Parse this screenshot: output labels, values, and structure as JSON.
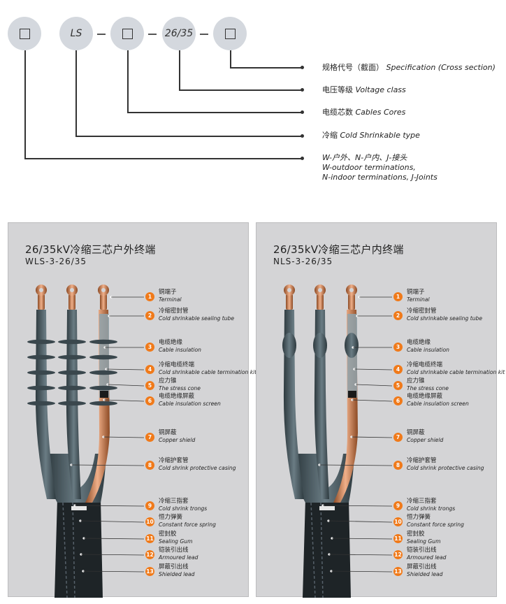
{
  "code_line": {
    "circles": [
      {
        "text": "",
        "icon": "square-icon"
      },
      {
        "text": "LS"
      },
      {
        "text": "",
        "icon": "square-icon"
      },
      {
        "text": "26/35"
      },
      {
        "text": "",
        "icon": "square-icon"
      }
    ]
  },
  "legend": [
    {
      "cn": "规格代号（截面）",
      "en": "Specification (Cross section)"
    },
    {
      "cn": "电压等级",
      "en": "Voltage class"
    },
    {
      "cn": "电缆芯数",
      "en": "Cables Cores"
    },
    {
      "cn": "冷缩",
      "en": "Cold Shrinkable type"
    },
    {
      "cn": "W-户外、N-户内、J-接头",
      "en_lines": [
        "W-outdoor terminations,",
        "N-indoor terminations, J-Joints"
      ]
    }
  ],
  "panels": [
    {
      "title": "26/35kV冷缩三芯户外终端",
      "model": "WLS-3-26/35",
      "labels": [
        {
          "num": "1",
          "cn": "铜端子",
          "en": "Terminal"
        },
        {
          "num": "2",
          "cn": "冷缩密封管",
          "en": "Cold shrinkable sealing tube"
        },
        {
          "num": "3",
          "cn": "电缆绝缘",
          "en": "Cable insulation"
        },
        {
          "num": "4",
          "cn": "冷缩电缆终端",
          "en": "Cold shrinkable cable termination kit"
        },
        {
          "num": "5",
          "cn": "应力锥",
          "en": "The stress cone"
        },
        {
          "num": "6",
          "cn": "电缆绝缘屏蔽",
          "en": "Cable insulation screen"
        },
        {
          "num": "7",
          "cn": "铜屏蔽",
          "en": "Copper shield"
        },
        {
          "num": "8",
          "cn": "冷缩护套管",
          "en": "Cold shrink protective casing"
        },
        {
          "num": "9",
          "cn": "冷缩三指套",
          "en": "Cold shrink trongs"
        },
        {
          "num": "10",
          "cn": "恒力弹簧",
          "en": "Constant force spring"
        },
        {
          "num": "11",
          "cn": "密封胶",
          "en": "Sealing Gum"
        },
        {
          "num": "12",
          "cn": "铠装引出线",
          "en": "Armoured lead"
        },
        {
          "num": "13",
          "cn": "屏蔽引出线",
          "en": "Shielded lead"
        }
      ]
    },
    {
      "title": "26/35kV冷缩三芯户内终端",
      "model": "NLS-3-26/35",
      "labels": [
        {
          "num": "1",
          "cn": "铜端子",
          "en": "Terminal"
        },
        {
          "num": "2",
          "cn": "冷缩密封管",
          "en": "Cold shrinkable sealing tube"
        },
        {
          "num": "3",
          "cn": "电缆绝缘",
          "en": "Cable insulation"
        },
        {
          "num": "4",
          "cn": "冷缩电缆终端",
          "en": "Cold shrinkable cable termination kit"
        },
        {
          "num": "5",
          "cn": "应力锥",
          "en": "The stress cone"
        },
        {
          "num": "6",
          "cn": "电缆绝缘屏蔽",
          "en": "Cable insulation screen"
        },
        {
          "num": "7",
          "cn": "铜屏蔽",
          "en": "Copper shield"
        },
        {
          "num": "8",
          "cn": "冷缩护套管",
          "en": "Cold shrink protective casing"
        },
        {
          "num": "9",
          "cn": "冷缩三指套",
          "en": "Cold shrink trongs"
        },
        {
          "num": "10",
          "cn": "恒力弹簧",
          "en": "Constant force spring"
        },
        {
          "num": "11",
          "cn": "密封胶",
          "en": "Sealing Gum"
        },
        {
          "num": "12",
          "cn": "铠装引出线",
          "en": "Armoured lead"
        },
        {
          "num": "13",
          "cn": "屏蔽引出线",
          "en": "Shielded lead"
        }
      ]
    }
  ],
  "colors": {
    "badge": "#f07a1a",
    "panel_bg": "#d4d4d6",
    "circle_bg": "#d4d8de",
    "copper": "#c87a4a",
    "rubber": "#4a5a60"
  }
}
